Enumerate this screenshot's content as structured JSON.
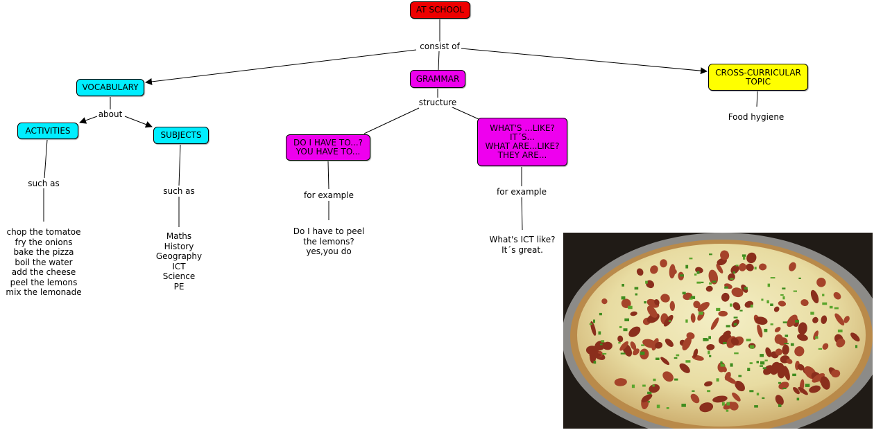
{
  "colors": {
    "red": "#ee0000",
    "cyan": "#00eeff",
    "magenta": "#ee00ee",
    "yellow": "#ffff00"
  },
  "nodes": {
    "at_school": "AT SCHOOL",
    "vocabulary": "VOCABULARY",
    "grammar": "GRAMMAR",
    "cross_curricular": "CROSS-CURRICULAR TOPIC",
    "activities": "ACTIVITIES",
    "subjects": "SUBJECTS",
    "do_i_have_to": "DO I HAVE TO...?\nYOU HAVE TO...",
    "whats_like": "WHAT'S ...LIKE?\nIT´S...\nWHAT ARE...LIKE?\nTHEY ARE..."
  },
  "links": {
    "consist_of": "consist of",
    "about": "about",
    "structure": "structure",
    "such_as_1": "such as",
    "such_as_2": "such as",
    "for_example_1": "for example",
    "for_example_2": "for example"
  },
  "leaves": {
    "activities_list": "chop the tomatoe\nfry the onions\nbake the pizza\nboil the water\nadd the cheese\npeel the lemons\nmix the lemonade",
    "subjects_list": "Maths\nHistory\nGeography\nICT\nScience\nPE",
    "have_to_example": "Do I have to peel\nthe lemons?\nyes,you do",
    "like_example": "What's ICT like?\nIt´s great.",
    "food_hygiene": "Food hygiene"
  },
  "image": {
    "subject": "pizza"
  }
}
